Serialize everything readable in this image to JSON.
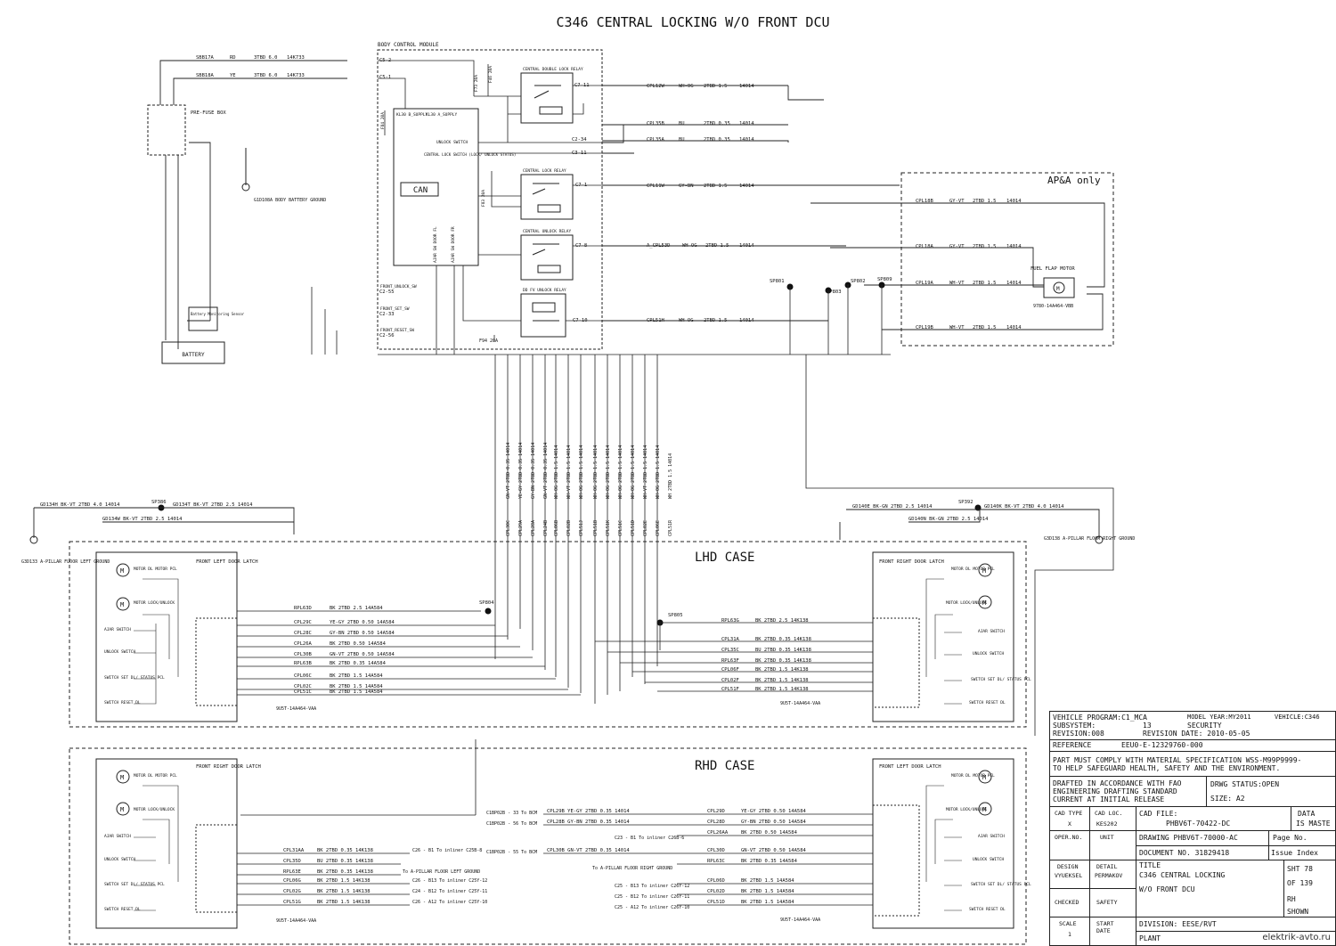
{
  "title": "C346 CENTRAL LOCKING W/O FRONT DCU",
  "bcm_label": "BODY CONTROL MODULE",
  "can_label": "CAN",
  "pre_fuse": "PRE-FUSE BOX",
  "battery": "BATTERY",
  "battery_sensor": "Battery Monitoring Sensor",
  "ground_body": "G1D108A BODY BATTERY GROUND",
  "ground_left": "G3D133 A-PILLAR FLOOR LEFT GROUND",
  "ground_right": "G3D138 A-PILLAR FLOOR RIGHT GROUND",
  "app_only": "AP&A only",
  "fuel_flap": "FUEL FLAP MOTOR",
  "fuel_flap_part": "9780-14A464-VBB",
  "lhd_case": "LHD CASE",
  "rhd_case": "RHD CASE",
  "relays": {
    "double_lock": "CENTRAL DOUBLE LOCK RELAY",
    "lock": "CENTRAL LOCK RELAY",
    "unlock": "CENTRAL UNLOCK RELAY",
    "dd": "DD FV UNLOCK RELAY"
  },
  "bcm_pins": {
    "c5_2": "C5-2",
    "c5_1": "C5-1",
    "c7_11": "C7-11",
    "c2_34": "C2-34",
    "c3_11": "C3-11",
    "c7_1": "C7-1",
    "c7_8": "C7-8",
    "c7_10": "C7-10",
    "c2_55": "C2-55",
    "c2_33": "C2-33",
    "c2_56": "C2-56",
    "unlock_switch": "UNLOCK SWITCH",
    "cl_switch": "CENTRAL LOCK SWITCH (LOCK/ UNLOCK STATUS)",
    "front_unlock": "FRONT_UNLOCK_SW",
    "front_set": "FRONT_SET_SW",
    "front_reset": "FRONT_RESET_SW",
    "kl30a": "KL30 A_SUPPLY",
    "kl30b": "KL30 B_SUPPLY",
    "f84": "F84 20A",
    "f73": "F73 20A",
    "f46": "F46 20A",
    "f83": "F83 20A",
    "f94": "F94 20A",
    "ajar_fl": "AJAR SW DOOR FL",
    "ajar_fr": "AJAR SW DOOR FR"
  },
  "top_wires": [
    {
      "name": "SBB17A",
      "col": "RD",
      "spec": "3TBD 6.0",
      "harness": "14K733"
    },
    {
      "name": "SBB18A",
      "col": "YE",
      "spec": "3TBD 6.0",
      "harness": "14K733"
    },
    {
      "name": "CPL12W",
      "col": "WH-OG",
      "spec": "2TBD 1.5",
      "harness": "14014"
    },
    {
      "name": "CPL35B",
      "col": "BU",
      "spec": "2TBD 0.35",
      "harness": "14014"
    },
    {
      "name": "CPL35A",
      "col": "BU",
      "spec": "2TBD 0.35",
      "harness": "14014"
    },
    {
      "name": "CPL11W",
      "col": "GY-BN",
      "spec": "2TBD 1.5",
      "harness": "14014"
    },
    {
      "name": "A_CPL53D",
      "col": "WH-OG",
      "spec": "2TBD 1.5",
      "harness": "14014"
    },
    {
      "name": "CPL51H",
      "col": "WH-OG",
      "spec": "2TBD 1.5",
      "harness": "14014"
    }
  ],
  "app_wires": [
    {
      "name": "CPL18B",
      "col": "GY-VT",
      "spec": "2TBD 1.5",
      "harness": "14014"
    },
    {
      "name": "CPL18A",
      "col": "GY-VT",
      "spec": "2TBD 1.5",
      "harness": "14014"
    },
    {
      "name": "CPL19A",
      "col": "WH-VT",
      "spec": "2TBD 1.5",
      "harness": "14014"
    },
    {
      "name": "CPL19B",
      "col": "WH-VT",
      "spec": "2TBD 1.5",
      "harness": "14014"
    }
  ],
  "splices": {
    "sp801": "SP801",
    "sp803": "SP803",
    "sp802": "SP802",
    "sp809": "SP809",
    "sp386": "SP386",
    "sp392": "SP392",
    "sp804": "SP804",
    "sp805": "SP805"
  },
  "vertical_wires": [
    {
      "name": "CPL30C",
      "spec": "GN-VT 2TBD 0.35 14014"
    },
    {
      "name": "CPL29A",
      "spec": "YE-GY 2TBD 0.35 14014"
    },
    {
      "name": "CPL28A",
      "spec": "GY-BN 2TBD 0.35 14014"
    },
    {
      "name": "CPL24B",
      "spec": "GN-VT 2TBD 0.35 14014"
    },
    {
      "name": "CPL06B",
      "spec": "WH-OG 2TBD 1.5 14014"
    },
    {
      "name": "CPL02B",
      "spec": "WH-VT 2TBD 1.5 14014"
    },
    {
      "name": "CPL51J",
      "spec": "WH-OG 2TBD 1.5 14014"
    },
    {
      "name": "CPL51B",
      "spec": "WH-OG 2TBD 1.5 14014"
    },
    {
      "name": "CPL51K",
      "spec": "WH-OG 2TBD 1.5 14014"
    },
    {
      "name": "CPL51C",
      "spec": "WH-OG 2TBD 1.5 14014"
    },
    {
      "name": "CPL51D",
      "spec": "WH-OG 2TBD 1.5 14014"
    },
    {
      "name": "CPL02E",
      "spec": "WH-VT 2TBD 1.5 14014"
    },
    {
      "name": "CPL06E",
      "spec": "WH-OG 2TBD 1.5 14014"
    },
    {
      "name": "CPL51R",
      "spec": "WH 2TBD 1.5 14014"
    }
  ],
  "ground_wires": {
    "gd134h": "GD134H  BK-VT  2TBD 4.0  14014",
    "gd134t": "GD134T  BK-VT  2TBD 2.5  14014",
    "gd134w": "GD134W  BK-VT  2TBD 2.5  14014",
    "gd140e": "GD140E  BK-GN  2TBD 2.5  14014",
    "gd140k": "GD140K  BK-VT  2TBD 4.0  14014",
    "gd140n": "GD140N  BK-GN  2TBD 2.5  14014"
  },
  "lhd_left": {
    "title": "FRONT LEFT DOOR LATCH",
    "part": "9U5T-14A464-VAA",
    "labels": [
      "MOTOR DL MOTOR PCL",
      "MOTOR LOCK/UNLOCK",
      "AJAR SWITCH",
      "UNLOCK SWITCH",
      "SWITCH SET DL/ STATUS PCL",
      "SWITCH RESET DL"
    ],
    "wires": [
      {
        "name": "RPL63D",
        "spec": "BK  2TBD 2.5  14A584"
      },
      {
        "name": "CPL29C",
        "spec": "YE-GY 2TBD 0.50 14A584"
      },
      {
        "name": "CPL28C",
        "spec": "GY-BN 2TBD 0.50 14A584"
      },
      {
        "name": "CPL26A",
        "spec": "BK  2TBD 0.50 14A584"
      },
      {
        "name": "CPL30B",
        "spec": "GN-VT 2TBD 0.50 14A584"
      },
      {
        "name": "RPL63B",
        "spec": "BK  2TBD 0.35 14A584"
      },
      {
        "name": "CPL06C",
        "spec": "BK  2TBD 1.5  14A584"
      },
      {
        "name": "CPL02C",
        "spec": "BK  2TBD 1.5  14A584"
      },
      {
        "name": "CPL51C",
        "spec": "BK  2TBD 1.5  14A584"
      }
    ]
  },
  "lhd_right": {
    "title": "FRONT RIGHT DOOR LATCH",
    "part": "9U5T-14A464-VAA",
    "labels": [
      "MOTOR DL MOTOR PCL",
      "MOTOR LOCK/UNLOCK",
      "AJAR SWITCH",
      "UNLOCK SWITCH",
      "SWITCH SET DL/ STATUS PCL",
      "SWITCH RESET DL"
    ],
    "wires": [
      {
        "name": "RPL63G",
        "spec": "BK  2TBD 2.5  14K138"
      },
      {
        "name": "CPL31A",
        "spec": "BK  2TBD 0.35 14K138"
      },
      {
        "name": "CPL35C",
        "spec": "BU  2TBD 0.35 14K138"
      },
      {
        "name": "RPL63F",
        "spec": "BK  2TBD 0.35 14K138"
      },
      {
        "name": "CPL06F",
        "spec": "BK  2TBD 1.5  14K138"
      },
      {
        "name": "CPL02F",
        "spec": "BK  2TBD 1.5  14K138"
      },
      {
        "name": "CPL51F",
        "spec": "BK  2TBD 1.5  14K138"
      }
    ]
  },
  "rhd_left": {
    "title": "FRONT RIGHT DOOR LATCH",
    "part": "9U5T-14A464-VAA",
    "labels": [
      "MOTOR DL MOTOR PCL",
      "MOTOR LOCK/UNLOCK",
      "AJAR SWITCH",
      "UNLOCK SWITCH",
      "SWITCH SET DL/ STATUS PCL",
      "SWITCH RESET DL"
    ],
    "wires": [
      {
        "name": "CPL31AA",
        "spec": "BK  2TBD 0.35 14K138",
        "to": "C26 - B1  To inliner C25B-8"
      },
      {
        "name": "CPL35D",
        "spec": "BU  2TBD 0.35 14K138",
        "to": ""
      },
      {
        "name": "RPL63E",
        "spec": "BK  2TBD 0.35 14K138",
        "to": "To A-PILLAR FLOOR LEFT GROUND"
      },
      {
        "name": "CPL06G",
        "spec": "BK  2TBD 1.5  14K138",
        "to": "C26 - B13  To inliner C25Y-12"
      },
      {
        "name": "CPL02G",
        "spec": "BK  2TBD 1.5  14K138",
        "to": "C24 - B12  To inliner C25Y-11"
      },
      {
        "name": "CPL51G",
        "spec": "BK  2TBD 1.5  14K138",
        "to": "C26 - A12  To inliner C25Y-10"
      }
    ]
  },
  "rhd_right": {
    "title": "FRONT LEFT DOOR LATCH",
    "part": "9U5T-14A464-VAA",
    "labels": [
      "MOTOR DL MOTOR PCL",
      "MOTOR LOCK/UNLOCK",
      "AJAR SWITCH",
      "UNLOCK SWITCH",
      "SWITCH SET DL/ STATUS PCL",
      "SWITCH RESET DL"
    ],
    "wires": [
      {
        "name": "CPL29D",
        "spec": "YE-GY 2TBD 0.50 14A584"
      },
      {
        "name": "CPL28D",
        "spec": "GY-BN 2TBD 0.50 14A584"
      },
      {
        "name": "CPL26AA",
        "spec": "BK  2TBD 0.50 14A584"
      },
      {
        "name": "CPL30D",
        "spec": "GN-VT 2TBD 0.50 14A584"
      },
      {
        "name": "RPL63C",
        "spec": "BK  2TBD 0.35 14A584"
      },
      {
        "name": "CPL06D",
        "spec": "BK  2TBD 1.5  14A584"
      },
      {
        "name": "CPL02D",
        "spec": "BK  2TBD 1.5  14A584"
      },
      {
        "name": "CPL51D",
        "spec": "BK  2TBD 1.5  14A584"
      }
    ]
  },
  "rhd_mid": {
    "w1": "CPL29B  YE-GY  2TBD 0.35 14014",
    "w2": "CPL28B  GY-BN  2TBD 0.35 14014",
    "w3": "CPL30B  GN-VT  2TBD 0.35 14014",
    "to_bcm1": "C1BP02B - 33  To BCM",
    "to_bcm2": "C1BP02B - 56  To BCM",
    "to_bcm3": "C1BP02B - 55  To BCM",
    "n1": "C23 - B1  To inliner C26B-6",
    "n2": "To A-PILLAR FLOOR RIGHT GROUND",
    "n3": "C25 - B13  To inliner C26Y-12",
    "n4": "C25 - B12  To inliner C26Y-11",
    "n5": "C25 - A12  To inliner C26Y-10"
  },
  "title_block": {
    "vehicle_program": "VEHICLE PROGRAM:C1_MCA",
    "model_year": "MODEL YEAR:MY2011",
    "vehicle": "VEHICLE:C346",
    "subsystem": "SUBSYSTEM:",
    "subsystem_val": "13",
    "security": "SECURITY",
    "revision": "REVISION:008",
    "revision_date": "REVISION DATE: 2010-05-05",
    "reference": "REFERENCE",
    "reference_val": "EEU0-E-12329760-000",
    "comply1": "PART MUST COMPLY WITH MATERIAL SPECIFICATION WSS-M99P9999-",
    "comply2": "TO HELP SAFEGUARD HEALTH, SAFETY AND THE ENVIRONMENT.",
    "drafted1": "DRAFTED IN ACCORDANCE WITH FAO",
    "drafted2": "ENGINEERING DRAFTING STANDARD",
    "drafted3": "CURRENT AT INITIAL RELEASE",
    "drwg_status": "DRWG STATUS:OPEN",
    "size": "SIZE: A2",
    "cad_type": "CAD TYPE",
    "cad_type_val": "X",
    "cad_loc": "CAD LOC.",
    "cad_loc_val": "KES202",
    "cad_file": "CAD FILE:",
    "cad_file_val": "PHBV6T-70422-DC",
    "data": "DATA",
    "is_master": "IS MASTE",
    "oper_no": "OPER.NO.",
    "unit": "UNIT",
    "drawing": "DRAWING  PHBV6T-70000-AC",
    "page_no": "Page No.",
    "document": "DOCUMENT NO. 31829418",
    "issue_index": "Issue Index",
    "design": "DESIGN",
    "design_val": "VYUEKSEL",
    "detail": "DETAIL",
    "detail_val": "PERMAKOV",
    "title_lbl": "TITLE",
    "title_val1": "C346 CENTRAL LOCKING",
    "title_val2": "W/O FRONT DCU",
    "sht": "SHT 78",
    "of": "OF  139",
    "checked": "CHECKED",
    "safety": "SAFETY",
    "rh": "RH",
    "shown": "SHOWN",
    "scale": "SCALE",
    "scale_val": "1",
    "start_date": "START DATE",
    "division": "DIVISION:  EESE/RVT",
    "plant": "PLANT"
  },
  "watermark": "elektrik-avto.ru"
}
